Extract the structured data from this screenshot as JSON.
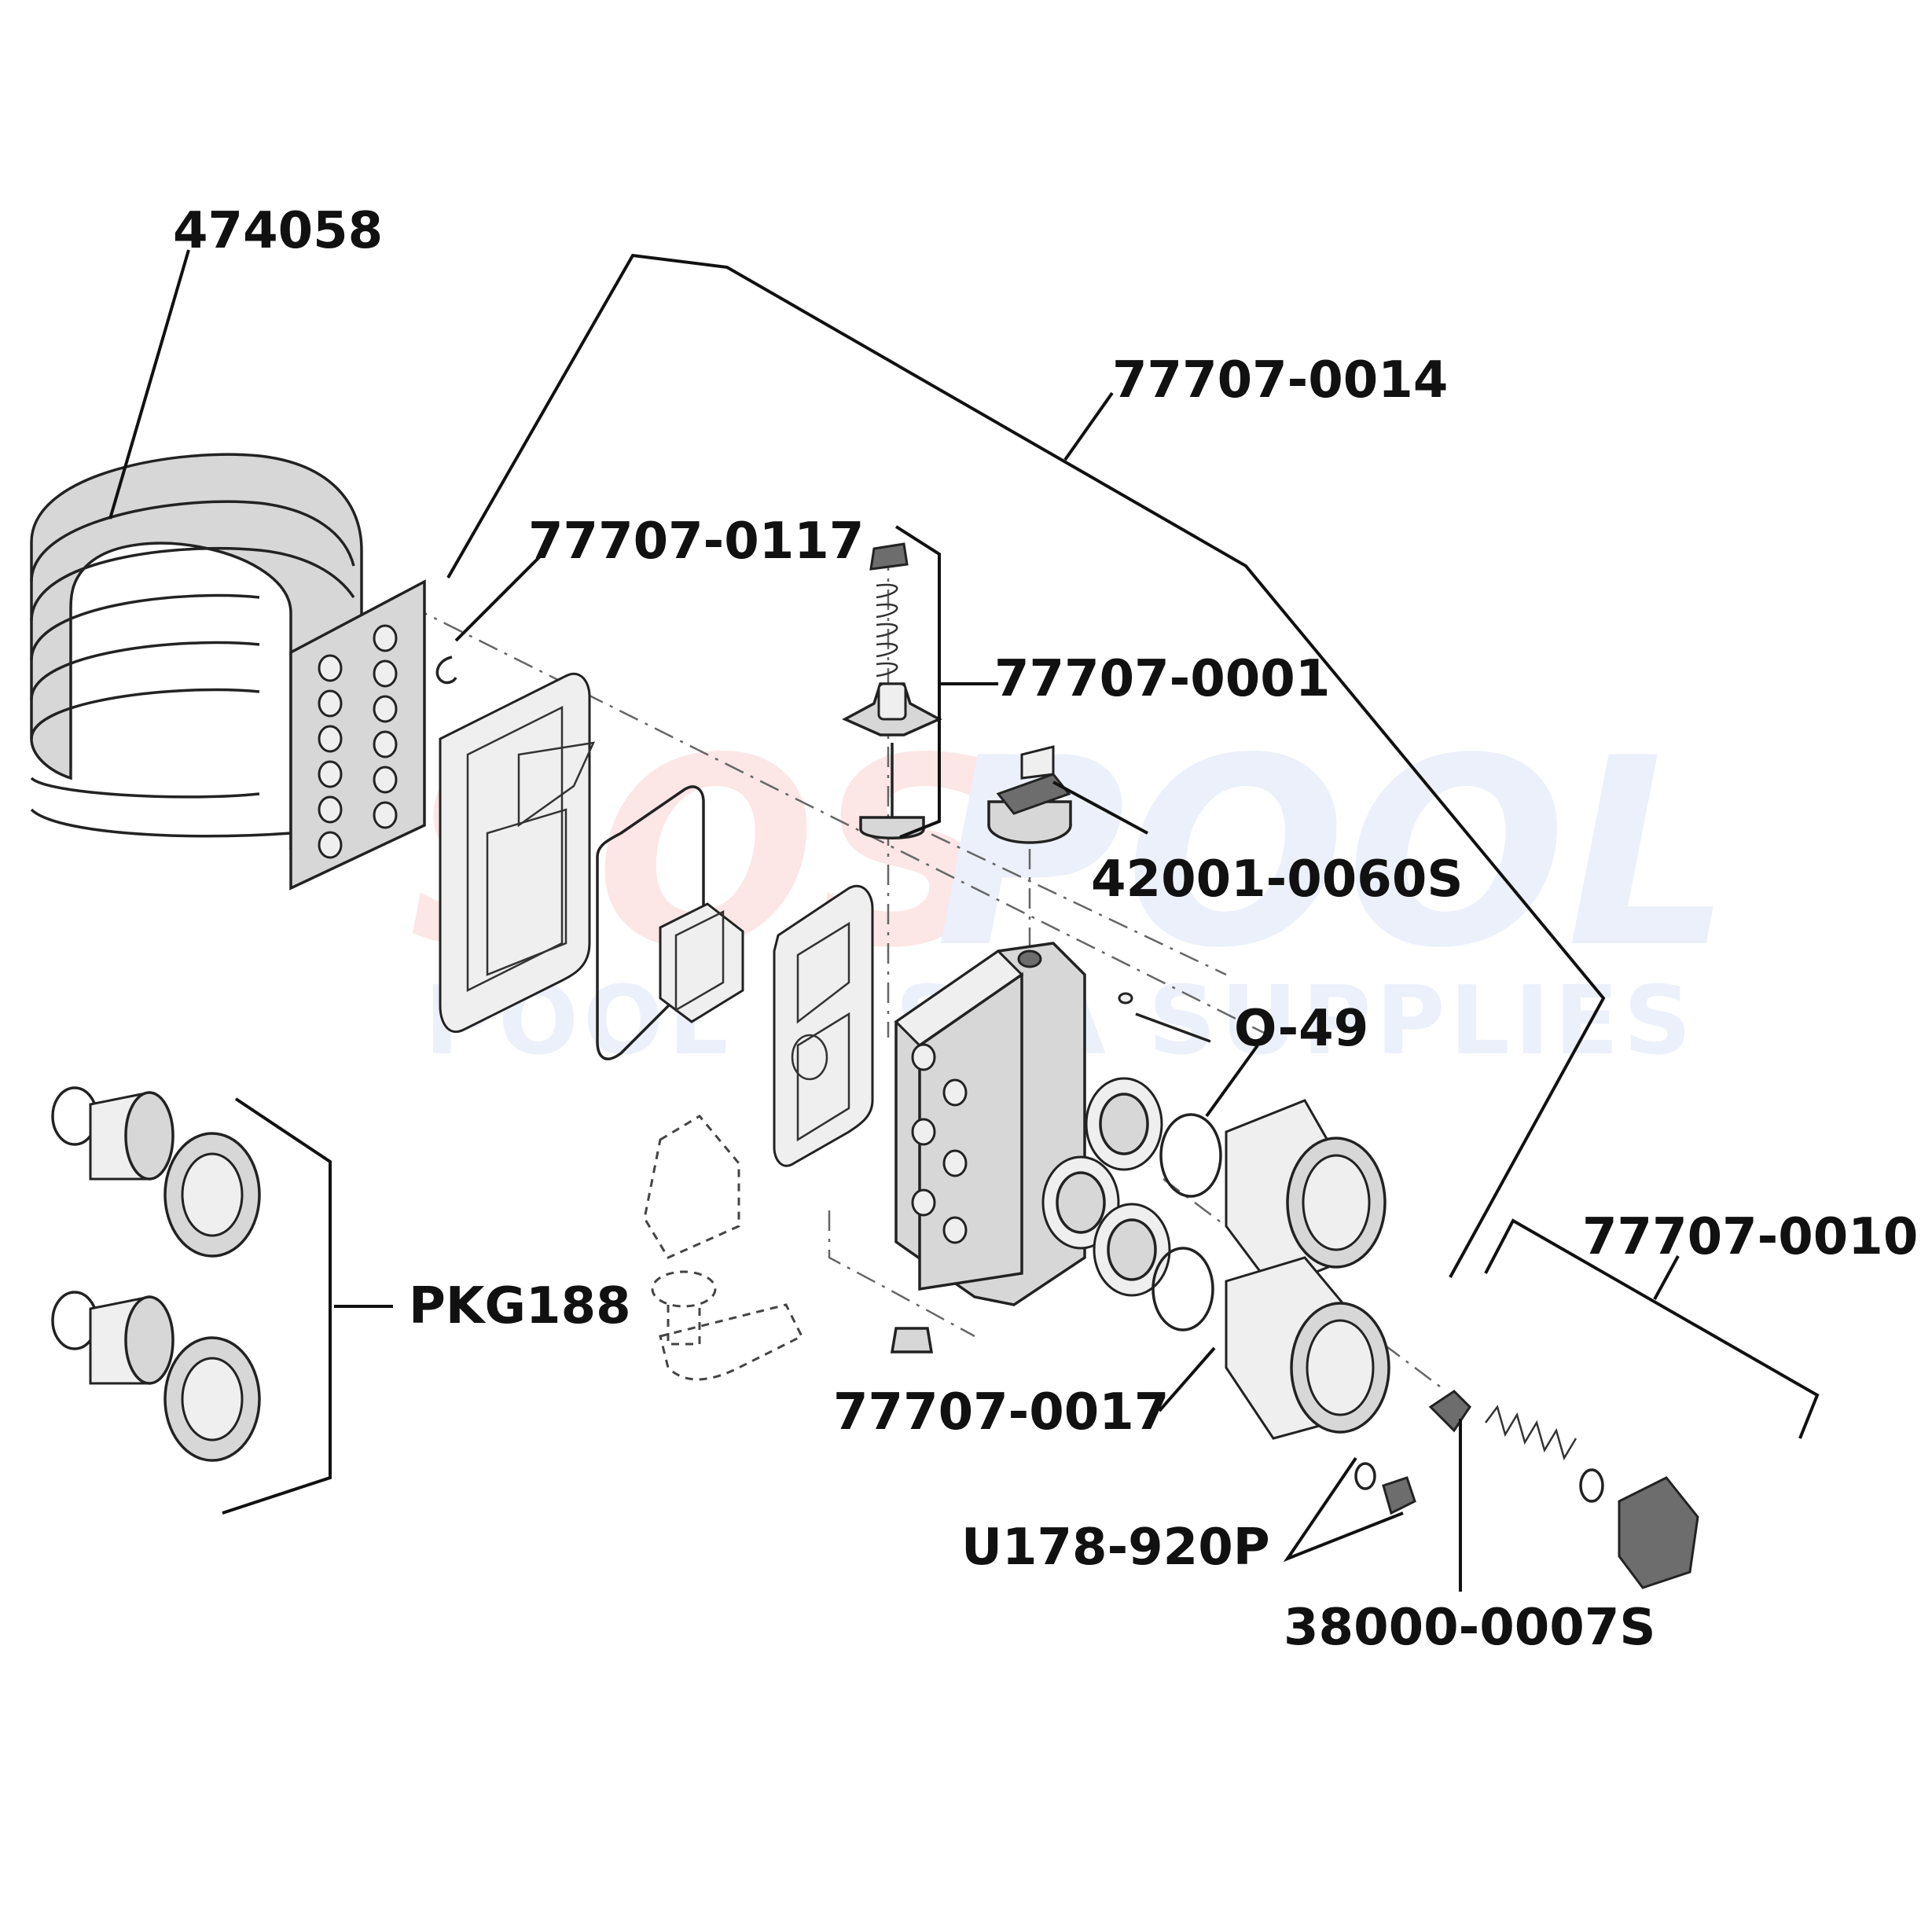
{
  "watermark": {
    "brand_left": "SOS",
    "brand_right": "POOL",
    "tagline": "POOL & SPA SUPPLIES",
    "color_left": "#f7b9b9",
    "color_right": "#c9d6f5"
  },
  "labels": {
    "heat_exchanger": "474058",
    "header_assembly": "77707-0014",
    "header_retainer": "77707-0117",
    "bypass_valve": "77707-0001",
    "pressure_switch": "42001-0060S",
    "oring": "O-49",
    "union_kit": "PKG188",
    "adapter": "77707-0017",
    "drain_plug": "U178-920P",
    "check_valve_kit": "77707-0010",
    "check_valve": "38000-0007S"
  },
  "colors": {
    "ink": "#111111",
    "part_fill": "#d7d7d7"
  }
}
